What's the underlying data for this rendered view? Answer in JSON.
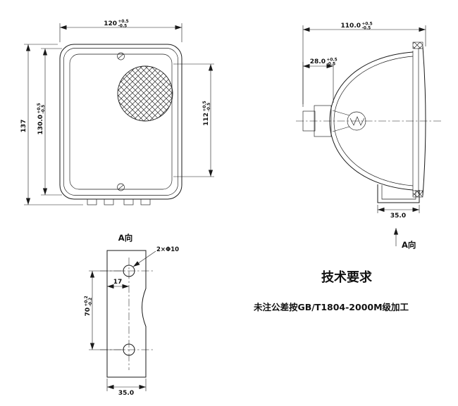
{
  "front_view": {
    "width": {
      "v": "120",
      "up": "+0.5",
      "dn": "-0.5"
    },
    "height_overall": {
      "v": "137"
    },
    "height_body": {
      "v": "130.0",
      "up": "+0.5",
      "dn": "-0.5"
    },
    "height_lens": {
      "v": "112",
      "up": "+0.5",
      "dn": "-0.5"
    }
  },
  "side_view": {
    "depth_overall": {
      "v": "110.0",
      "up": "+0.5",
      "dn": "-0.5"
    },
    "depth_front": {
      "v": "28.0",
      "up": "+0.5",
      "dn": "-0.5"
    },
    "bracket_width": {
      "v": "35.0"
    },
    "view_arrow_label": "A向"
  },
  "a_view": {
    "title": "A向",
    "hole_callout": "2×Φ10",
    "hole_offset": {
      "v": "17"
    },
    "hole_pitch": {
      "v": "70",
      "up": "+0.2",
      "dn": "-0.2"
    },
    "plate_width": {
      "v": "35.0"
    }
  },
  "notes": {
    "title": "技术要求",
    "line1": "未注公差按GB/T1804-2000M级加工"
  }
}
